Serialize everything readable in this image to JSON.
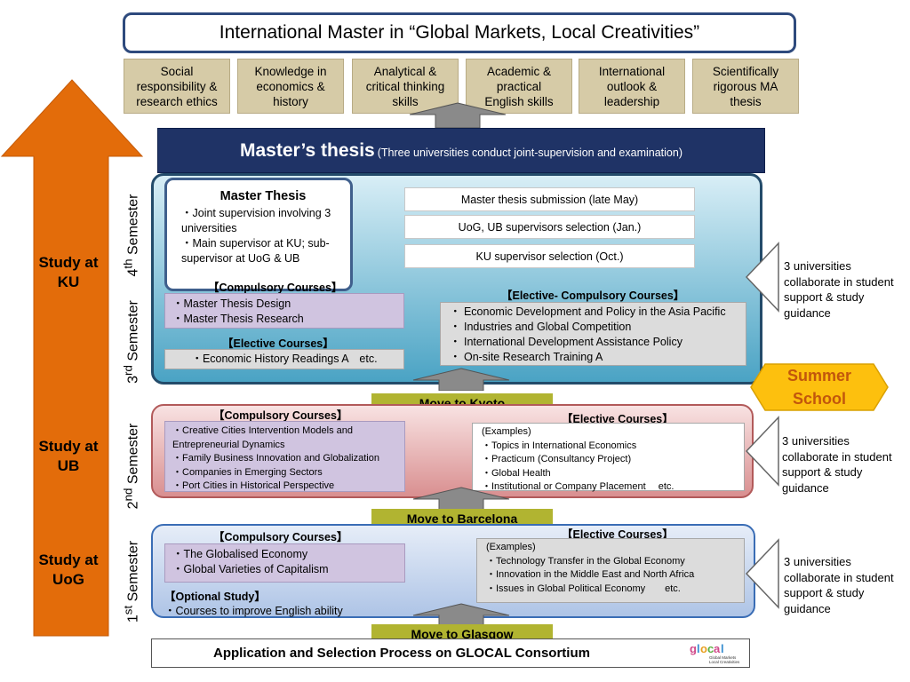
{
  "title": "International Master in “Global Markets, Local Creativities”",
  "skills": [
    "Social\nresponsibility &\nresearch ethics",
    "Knowledge in\neconomics &\nhistory",
    "Analytical &\ncritical thinking\nskills",
    "Academic &\npractical\nEnglish skills",
    "International\noutlook &\nleadership",
    "Scientifically\nrigorous MA\nthesis"
  ],
  "thesis_bar": {
    "title": "Master’s thesis",
    "subtitle": "(Three universities conduct joint-supervision and examination)"
  },
  "study_labels": [
    "Study at\nKU",
    "Study at\nUB",
    "Study at\nUoG"
  ],
  "semesters": [
    {
      "num": "4",
      "suffix": "th",
      "word": " Semester"
    },
    {
      "num": "3",
      "suffix": "rd",
      "word": " Semester"
    },
    {
      "num": "2",
      "suffix": "nd",
      "word": " Semester"
    },
    {
      "num": "1",
      "suffix": "st",
      "word": " Semester"
    }
  ],
  "ku": {
    "master_thesis": {
      "title": "Master Thesis",
      "items": [
        "・Joint supervision involving 3 universities",
        "・Main supervisor at KU; sub-supervisor at UoG & UB"
      ]
    },
    "schedule": [
      "Master thesis submission (late May)",
      "UoG, UB supervisors selection (Jan.)",
      "KU supervisor selection (Oct.)"
    ],
    "compulsory_heading": "【Compulsory Courses】",
    "compulsory": [
      "・Master Thesis Design",
      "・Master Thesis Research"
    ],
    "elective_heading": "【Elective Courses】",
    "elective": "・Economic History Readings A　etc.",
    "elective_compulsory_heading": "【Elective- Compulsory Courses】",
    "elective_compulsory": [
      "・ Economic Development and Policy in the Asia Pacific",
      "・ Industries and Global Competition",
      "・ International Development Assistance Policy",
      "・ On-site Research Training A"
    ]
  },
  "ub": {
    "compulsory_heading": "【Compulsory Courses】",
    "compulsory": [
      "・Creative Cities Intervention Models and Entrepreneurial Dynamics",
      "・Family Business Innovation and Globalization",
      "・Companies in Emerging Sectors",
      "・Port Cities in Historical Perspective"
    ],
    "elective_heading": "【Elective Courses】",
    "examples": "(Examples)",
    "elective": [
      "・Topics in International Economics",
      "・Practicum (Consultancy Project)",
      "・Global Health",
      "・Institutional or Company Placement　 etc."
    ]
  },
  "uog": {
    "compulsory_heading": "【Compulsory Courses】",
    "compulsory": [
      "・The Globalised Economy",
      "・Global Varieties of Capitalism"
    ],
    "optional_heading": "【Optional Study】",
    "optional": "・Courses to improve English ability",
    "elective_heading": "【Elective Courses】",
    "examples": "(Examples)",
    "elective": [
      "・Technology Transfer in the Global Economy",
      "・Innovation in the Middle East and North Africa",
      "・Issues in Global Political Economy　　etc."
    ]
  },
  "moves": [
    "Move to Kyoto",
    "Move to Barcelona",
    "Move to Glasgow"
  ],
  "collab": "3 universities\ncollaborate in student\nsupport & study\nguidance",
  "summer_school": "Summer\nSchool",
  "footer": "Application and Selection Process on GLOCAL Consortium",
  "logo": {
    "word": "glocal",
    "tagline": "Global Markets\nLocal Creativities"
  },
  "colors": {
    "arrow": "#e36c0a",
    "thesis_bar": "#1f3366",
    "move": "#b1b431",
    "summer": "#fdc00e"
  }
}
